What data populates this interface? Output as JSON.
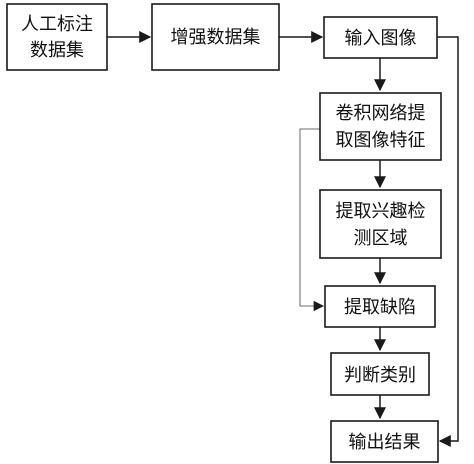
{
  "nodes": {
    "manual_label": {
      "lines": [
        "人工标注",
        "数据集"
      ]
    },
    "augment": {
      "lines": [
        "增强数据集"
      ]
    },
    "input_image": {
      "lines": [
        "输入图像"
      ]
    },
    "cnn": {
      "lines": [
        "卷积网络提",
        "取图像特征"
      ]
    },
    "roi": {
      "lines": [
        "提取兴趣检",
        "测区域"
      ]
    },
    "defect": {
      "lines": [
        "提取缺陷"
      ]
    },
    "classify": {
      "lines": [
        "判断类别"
      ]
    },
    "output": {
      "lines": [
        "输出结果"
      ]
    }
  },
  "edges": [
    {
      "from": "manual_label",
      "to": "augment"
    },
    {
      "from": "augment",
      "to": "input_image"
    },
    {
      "from": "input_image",
      "to": "cnn"
    },
    {
      "from": "cnn",
      "to": "roi"
    },
    {
      "from": "roi",
      "to": "defect"
    },
    {
      "from": "cnn",
      "to": "defect"
    },
    {
      "from": "defect",
      "to": "classify"
    },
    {
      "from": "classify",
      "to": "output"
    },
    {
      "from": "input_image",
      "to": "output"
    }
  ],
  "colors": {
    "stroke": "#1a1a1a",
    "light_stroke": "#8a8a8a",
    "text": "#111111",
    "background": "#ffffff"
  }
}
